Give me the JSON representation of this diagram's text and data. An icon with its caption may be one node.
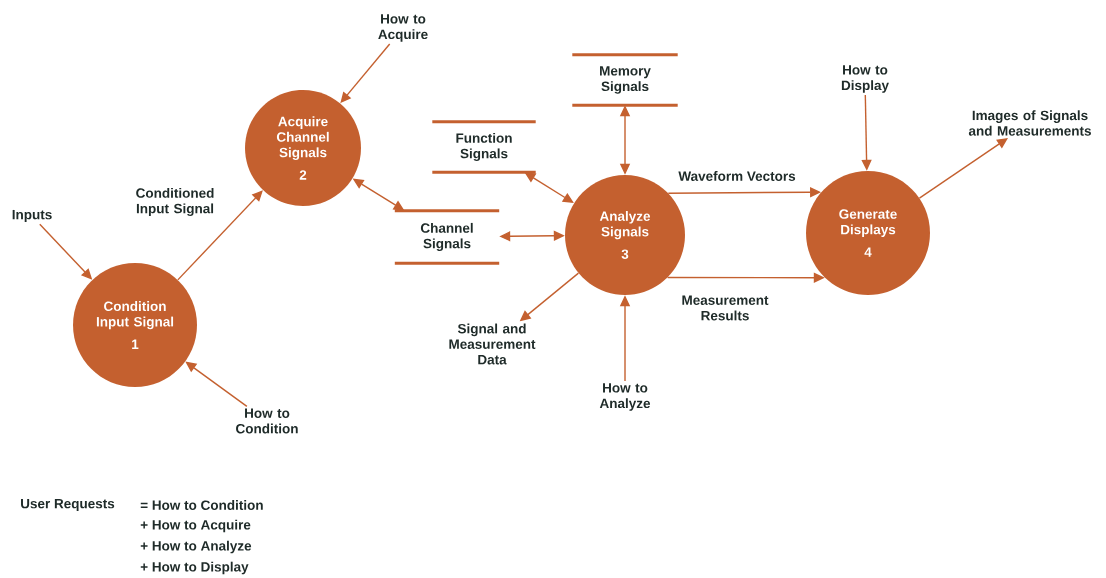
{
  "diagram": {
    "nodes": [
      {
        "text": [
          "How to Acquire"
        ]
      },
      {
        "text": [
          "Acquire Channel Signals",
          "2"
        ]
      },
      {
        "text": [
          "Memory Signals"
        ]
      },
      {
        "text": [
          "How to Display"
        ]
      },
      {
        "text": [
          "Images of Signals and Measurements"
        ]
      },
      {
        "text": [
          "Function Signals"
        ]
      },
      {
        "text": [
          "Inputs"
        ]
      },
      {
        "text": [
          "Channel Signals"
        ]
      },
      {
        "text": [
          "Analyze Signals",
          "3"
        ]
      },
      {
        "text": [
          "Generate Displays",
          "4"
        ]
      },
      {
        "text": [
          "Condition Input Signal",
          "1"
        ]
      },
      {
        "text": [
          "Signal and Measurement Data"
        ]
      },
      {
        "text": [
          "How to Analyze"
        ]
      },
      {
        "text": [
          "How to Condition"
        ]
      }
    ],
    "edges": [
      {
        "from": 6,
        "to": 10,
        "arrow": "to"
      },
      {
        "from": 10,
        "to": 1,
        "arrow": "to",
        "label": "Conditioned Input Signal"
      },
      {
        "from": 0,
        "to": 1,
        "arrow": "to"
      },
      {
        "from": 1,
        "to": 7,
        "arrow": "both"
      },
      {
        "from": 5,
        "to": 8,
        "arrow": "both"
      },
      {
        "from": 7,
        "to": 8,
        "arrow": "both"
      },
      {
        "from": 2,
        "to": 8,
        "arrow": "both"
      },
      {
        "from": 8,
        "to": 9,
        "arrow": "to",
        "label": "Waveform Vectors"
      },
      {
        "from": 8,
        "to": 9,
        "arrow": "to",
        "label": "Measurement Results"
      },
      {
        "from": 3,
        "to": 9,
        "arrow": "to"
      },
      {
        "from": 9,
        "to": 4,
        "arrow": "to"
      },
      {
        "from": 8,
        "to": 11,
        "arrow": "to"
      },
      {
        "from": 12,
        "to": 8,
        "arrow": "to"
      },
      {
        "from": 13,
        "to": 10,
        "arrow": "to"
      }
    ],
    "labels": [
      "User Requests",
      "= How to Condition",
      "+ How to Acquire",
      "+ How to Analyze",
      "+ How to Display"
    ]
  }
}
